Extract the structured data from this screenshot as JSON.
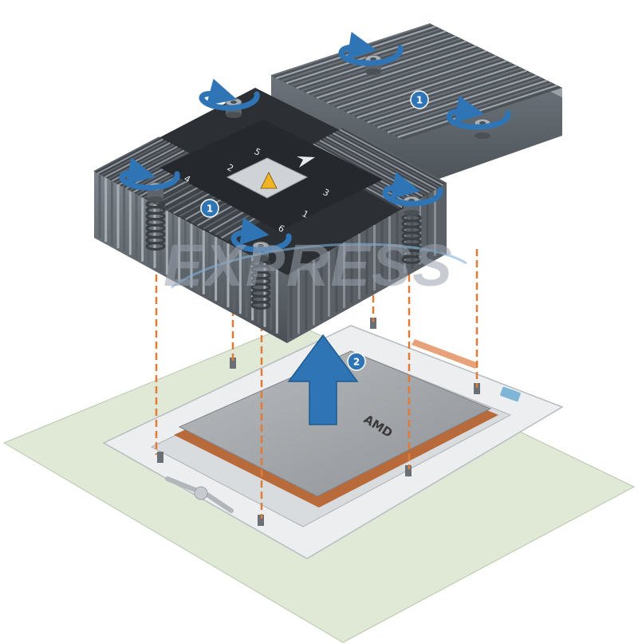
{
  "diagram": {
    "steps": [
      {
        "id": "step-1-front",
        "label": "1"
      },
      {
        "id": "step-1-rear",
        "label": "1"
      },
      {
        "id": "step-2",
        "label": "2"
      }
    ],
    "screw_order": [
      "1",
      "2",
      "3",
      "4",
      "5",
      "6"
    ],
    "cpu_brand": "AMD",
    "watermark": "EXPRESS",
    "colors": {
      "arrow": "#2f75b5",
      "badge": "#2f75b5",
      "guide_line": "#e07b39",
      "board": "#dfe9d6",
      "heatsink_dark": "#3b3f44",
      "fin": "#8e959c"
    }
  }
}
